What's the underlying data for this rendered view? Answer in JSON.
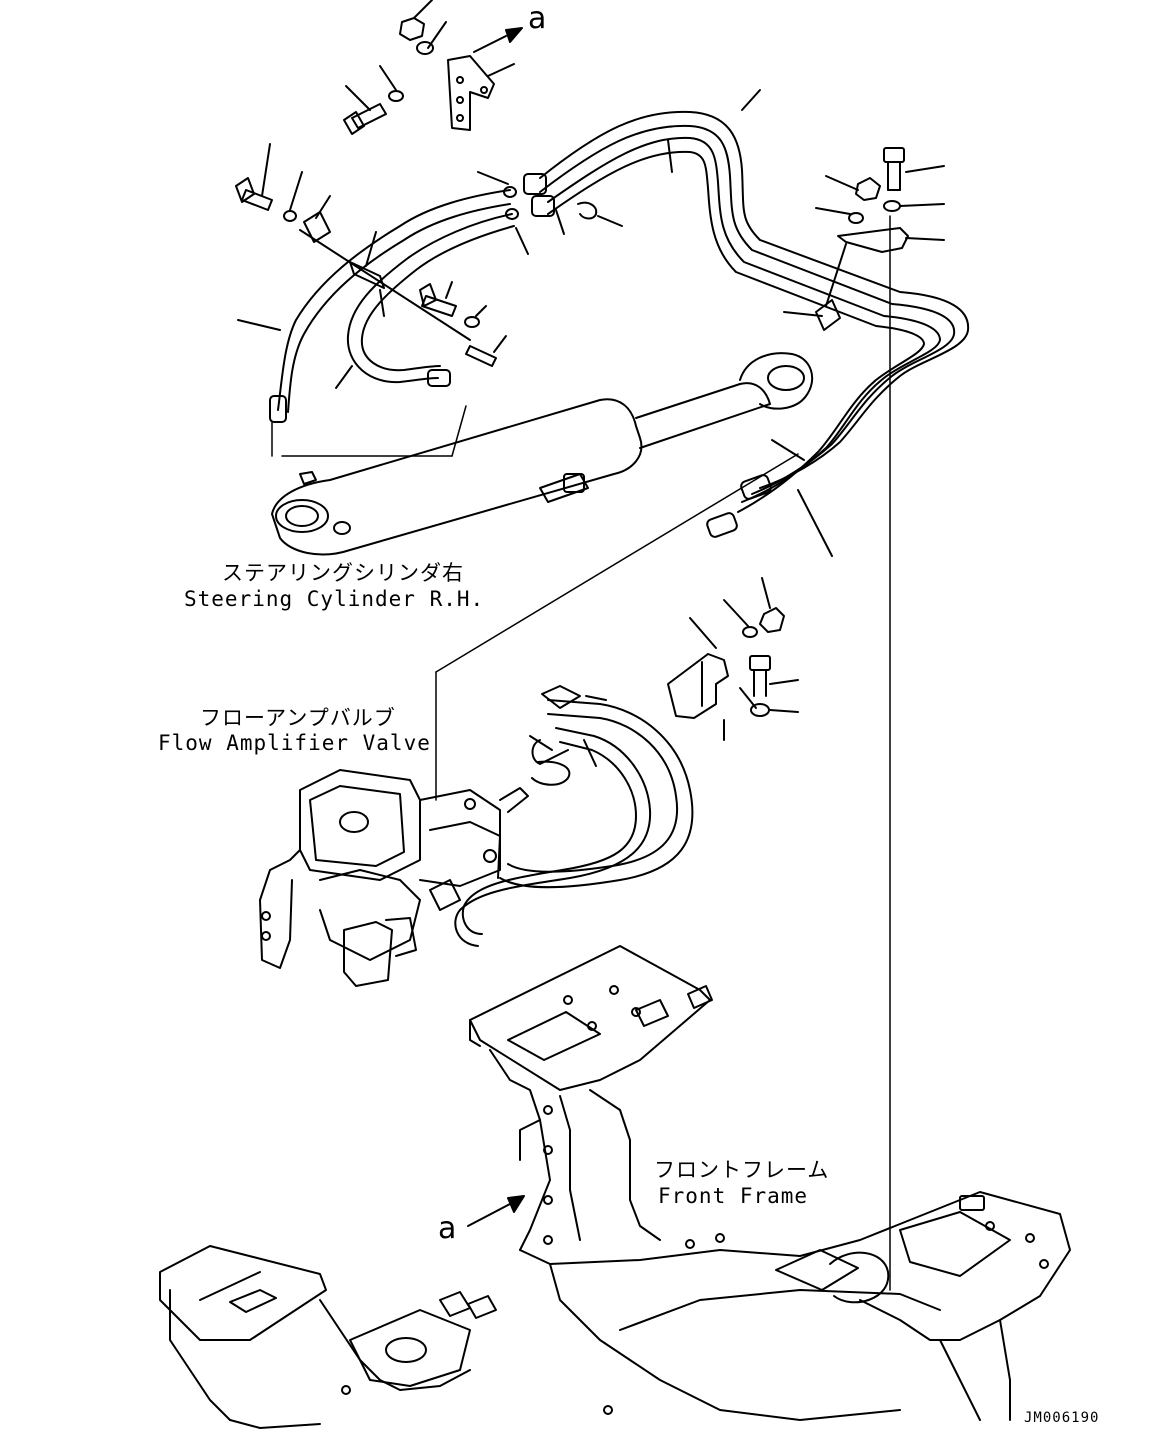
{
  "labels": {
    "steering_cylinder_jp": "ステアリングシリンダ右",
    "steering_cylinder_en": "Steering Cylinder R.H.",
    "flow_valve_jp": "フローアンプバルブ",
    "flow_valve_en": "Flow Amplifier Valve",
    "front_frame_jp": "フロントフレーム",
    "front_frame_en": "Front Frame"
  },
  "reference_marks": {
    "top": "a",
    "bottom": "a"
  },
  "drawing_code": "JM006190"
}
